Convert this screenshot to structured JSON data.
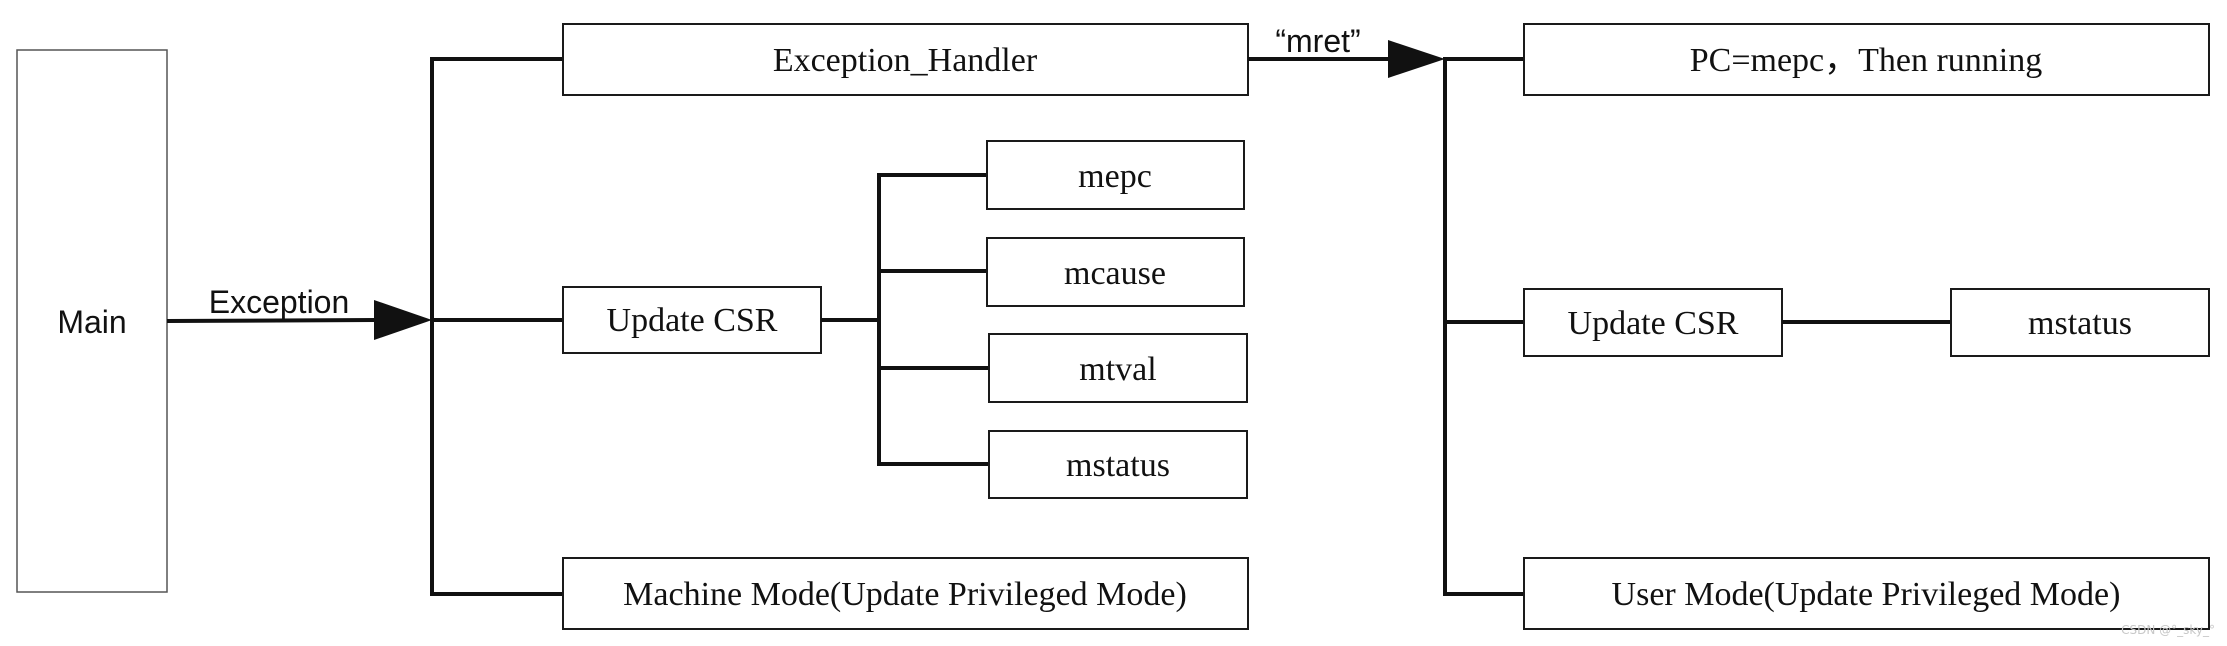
{
  "nodes": {
    "main": "Main",
    "exception_handler": "Exception_Handler",
    "update_csr_left": "Update CSR",
    "mepc": "mepc",
    "mcause": "mcause",
    "mtval": "mtval",
    "mstatus_left": "mstatus",
    "machine_mode": "Machine Mode(Update Privileged Mode)",
    "pc_mepc": "PC=mepc，Then running",
    "update_csr_right": "Update CSR",
    "mstatus_right": "mstatus",
    "user_mode": "User Mode(Update Privileged Mode)"
  },
  "edges": {
    "exception": "Exception",
    "mret": "“mret”"
  },
  "watermark": "CSDN @°_sky_°"
}
